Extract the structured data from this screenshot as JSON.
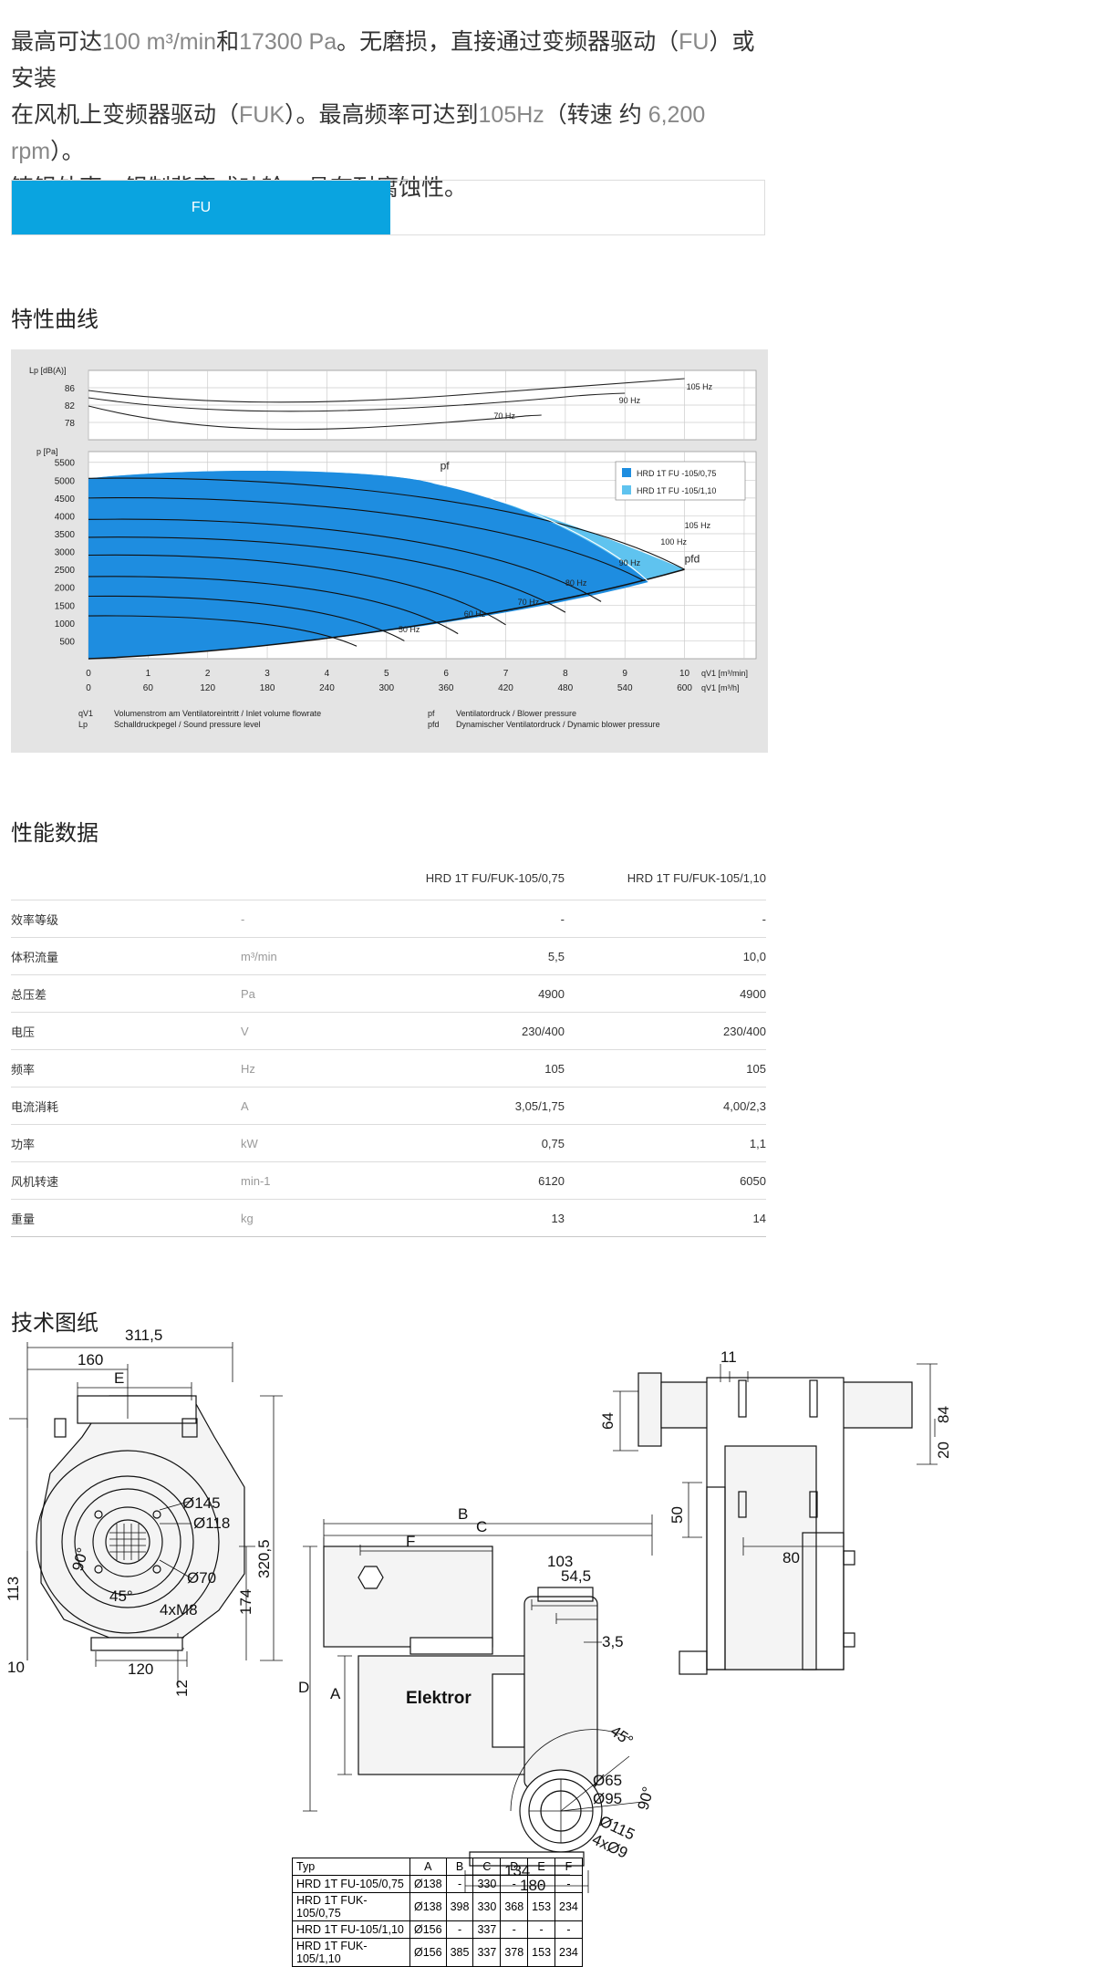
{
  "intro": {
    "line1_a": "最高可达",
    "line1_b": "100 m³/min",
    "line1_c": "和",
    "line1_d": "17300 Pa",
    "line1_e": "。无磨损，直接通过变频器驱动（",
    "line1_f": "FU",
    "line1_g": "）或安装",
    "line2_a": "在风机上变频器驱动（",
    "line2_b": "FUK",
    "line2_c": "）。最高频率可达到",
    "line2_d": "105Hz",
    "line2_e": "（转速 约",
    "line2_f": "6,200 rpm",
    "line2_g": "）。",
    "line3": "铸铝外壳，铝制背弯式叶轮。具有耐腐蚀性。"
  },
  "tabs": {
    "active": "FU"
  },
  "sections": {
    "curves": "特性曲线",
    "performance": "性能数据",
    "drawings": "技术图纸"
  },
  "chart_data": {
    "type": "area",
    "top_panel": {
      "ylabel": "Lp [dB(A)]",
      "yticks": [
        "86",
        "82",
        "78"
      ],
      "series_labels": [
        "105 Hz",
        "90 Hz",
        "70 Hz"
      ]
    },
    "main_panel": {
      "ylabel": "p [Pa]",
      "yticks": [
        "5500",
        "5000",
        "4500",
        "4000",
        "3500",
        "3000",
        "2500",
        "2000",
        "1500",
        "1000",
        "500"
      ],
      "ylim": [
        0,
        5800
      ],
      "xticks_qv": [
        "0",
        "1",
        "2",
        "3",
        "4",
        "5",
        "6",
        "7",
        "8",
        "9",
        "10"
      ],
      "xticks_qh": [
        "0",
        "60",
        "120",
        "180",
        "240",
        "300",
        "360",
        "420",
        "480",
        "540",
        "600"
      ],
      "xunit_min": "qV1 [m³/min]",
      "xunit_h": "qV1 [m³/h]",
      "xlim": [
        0,
        11.2
      ],
      "pf_label": "pf",
      "pfd_label": "pfd",
      "freq_labels": [
        "50 Hz",
        "60 Hz",
        "70 Hz",
        "80 Hz",
        "90 Hz",
        "100 Hz",
        "105 Hz"
      ],
      "legend": [
        {
          "name": "HRD 1T FU  -105/0,75",
          "color": "#1e8de0"
        },
        {
          "name": "HRD 1T FU  -105/1,10",
          "color": "#5fc3ef"
        }
      ]
    },
    "footnotes": {
      "qv1_sym": "qV1",
      "qv1_text": "Volumenstrom am Ventilatoreintritt / Inlet volume flowrate",
      "lp_sym": "Lp",
      "lp_text": "Schalldruckpegel / Sound pressure level",
      "pf_sym": "pf",
      "pf_text": "Ventilatordruck / Blower pressure",
      "pfd_sym": "pfd",
      "pfd_text": "Dynamischer Ventilatordruck / Dynamic blower pressure"
    }
  },
  "performance": {
    "headers": [
      "HRD 1T FU/FUK-105/0,75",
      "HRD 1T FU/FUK-105/1,10"
    ],
    "rows": [
      {
        "label": "效率等级",
        "unit": "-",
        "v1": "-",
        "v2": "-"
      },
      {
        "label": "体积流量",
        "unit": "m³/min",
        "v1": "5,5",
        "v2": "10,0"
      },
      {
        "label": "总压差",
        "unit": "Pa",
        "v1": "4900",
        "v2": "4900"
      },
      {
        "label": "电压",
        "unit": "V",
        "v1": "230/400",
        "v2": "230/400"
      },
      {
        "label": "频率",
        "unit": "Hz",
        "v1": "105",
        "v2": "105"
      },
      {
        "label": "电流消耗",
        "unit": "A",
        "v1": "3,05/1,75",
        "v2": "4,00/2,3"
      },
      {
        "label": "功率",
        "unit": "kW",
        "v1": "0,75",
        "v2": "1,1"
      },
      {
        "label": "风机转速",
        "unit": "min-1",
        "v1": "6120",
        "v2": "6050"
      },
      {
        "label": "重量",
        "unit": "kg",
        "v1": "13",
        "v2": "14"
      }
    ]
  },
  "drawing": {
    "dims_left": [
      "311,5",
      "160",
      "E",
      "Ø145",
      "Ø118",
      "Ø70",
      "90°",
      "45°",
      "4xM8",
      "320,5",
      "174",
      "113",
      "10",
      "120",
      "12"
    ],
    "dims_mid": [
      "B",
      "C",
      "F",
      "103",
      "54,5",
      "3,5",
      "D",
      "A",
      "Elektror",
      "45°",
      "Ø65",
      "Ø95",
      "Ø115",
      "4xØ9",
      "90°",
      "134",
      "180"
    ],
    "dims_right": [
      "11",
      "64",
      "84",
      "20",
      "50",
      "80"
    ],
    "table_header": [
      "Typ",
      "A",
      "B",
      "C",
      "D",
      "E",
      "F"
    ],
    "table_rows": [
      [
        "HRD 1T FU-105/0,75",
        "Ø138",
        "-",
        "330",
        "-",
        "-",
        "-"
      ],
      [
        "HRD 1T FUK-105/0,75",
        "Ø138",
        "398",
        "330",
        "368",
        "153",
        "234"
      ],
      [
        "HRD 1T FU-105/1,10",
        "Ø156",
        "-",
        "337",
        "-",
        "-",
        "-"
      ],
      [
        "HRD 1T FUK-105/1,10",
        "Ø156",
        "385",
        "337",
        "378",
        "153",
        "234"
      ]
    ]
  }
}
